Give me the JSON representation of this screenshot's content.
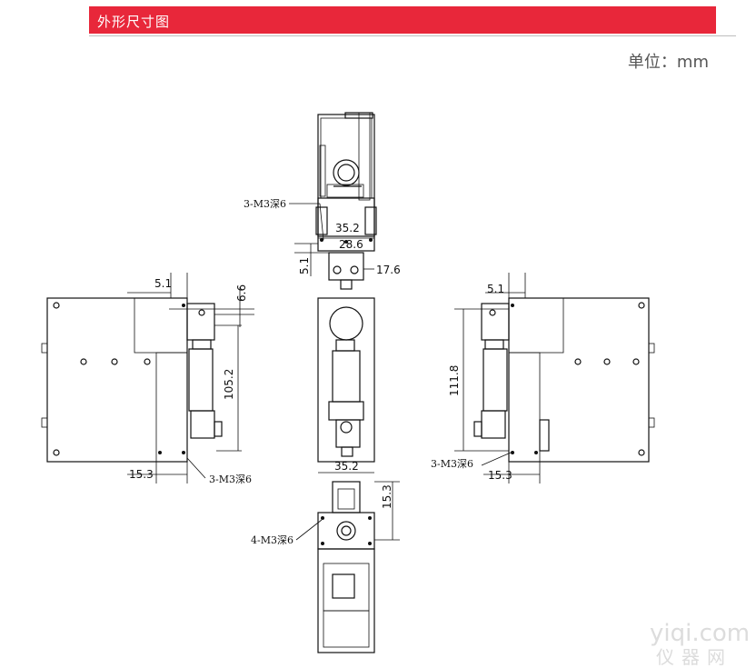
{
  "header": {
    "title": "外形尺寸图",
    "accent_color": "#e8273a"
  },
  "unit_label": "单位：mm",
  "top_view": {
    "callout": "3-M3深6",
    "dims": {
      "width": "35.2",
      "inner": "28.6",
      "offset": "5.1",
      "side": "17.6"
    }
  },
  "left_view": {
    "callout": "3-M3深6",
    "dims": {
      "top_offset": "5.1",
      "top_small": "6.6",
      "height": "105.2",
      "bottom": "15.3"
    }
  },
  "right_view": {
    "callout": "3-M3深6",
    "dims": {
      "top_offset": "5.1",
      "height": "111.8",
      "bottom": "15.3"
    }
  },
  "bottom_view": {
    "callout": "4-M3深6",
    "dims": {
      "width": "35.2",
      "depth": "15.3"
    }
  },
  "watermark": {
    "top": "yiqi.com",
    "bottom": "仪器网"
  }
}
